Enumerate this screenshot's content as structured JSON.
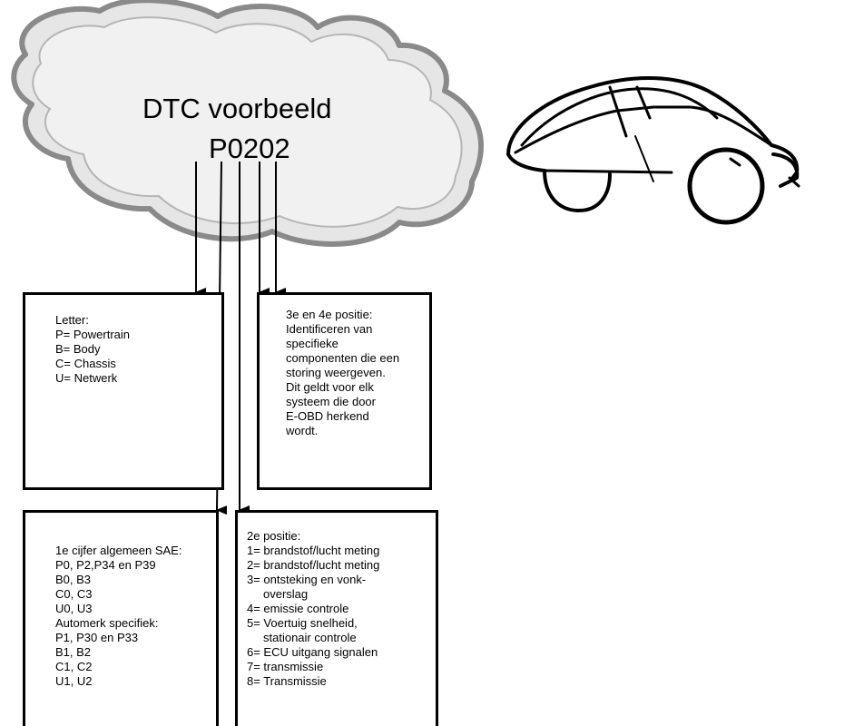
{
  "title_line1": "DTC voorbeeld",
  "title_line2": "P0202",
  "boxes": {
    "letter": {
      "lines": [
        "Letter:",
        "P= Powertrain",
        "B= Body",
        "C= Chassis",
        "U= Netwerk"
      ]
    },
    "pos34": {
      "lines": [
        "3e en 4e  positie:",
        "Identificeren van",
        "specifieke",
        "componenten die een",
        "storing weergeven.",
        "Dit geldt voor elk",
        "systeem die door",
        "E-OBD herkend",
        "wordt."
      ]
    },
    "digit1": {
      "lines": [
        "1e  cijfer algemeen SAE:",
        "P0, P2,P34 en P39",
        "B0, B3",
        "C0, C3",
        "U0, U3",
        "Automerk specifiek:",
        "P1, P30 en P33",
        "B1, B2",
        "C1, C2",
        "U1, U2"
      ]
    },
    "pos2": {
      "lines": [
        "2e  positie:",
        "1= brandstof/lucht meting",
        "2= brandstof/lucht meting",
        "3= ontsteking en vonk-",
        "overslag",
        "4= emissie controle",
        "5= Voertuig snelheid,",
        "stationair controle",
        "6= ECU uitgang signalen",
        "7= transmissie",
        "8= Transmissie"
      ]
    }
  },
  "colors": {
    "ink": "#000000",
    "cloud_fill": "#e6e6e6",
    "cloud_edge": "#8a8a8a",
    "paper": "#ffffff"
  },
  "icons": {
    "cloud": "cloud-shape",
    "car": "car-icon"
  }
}
